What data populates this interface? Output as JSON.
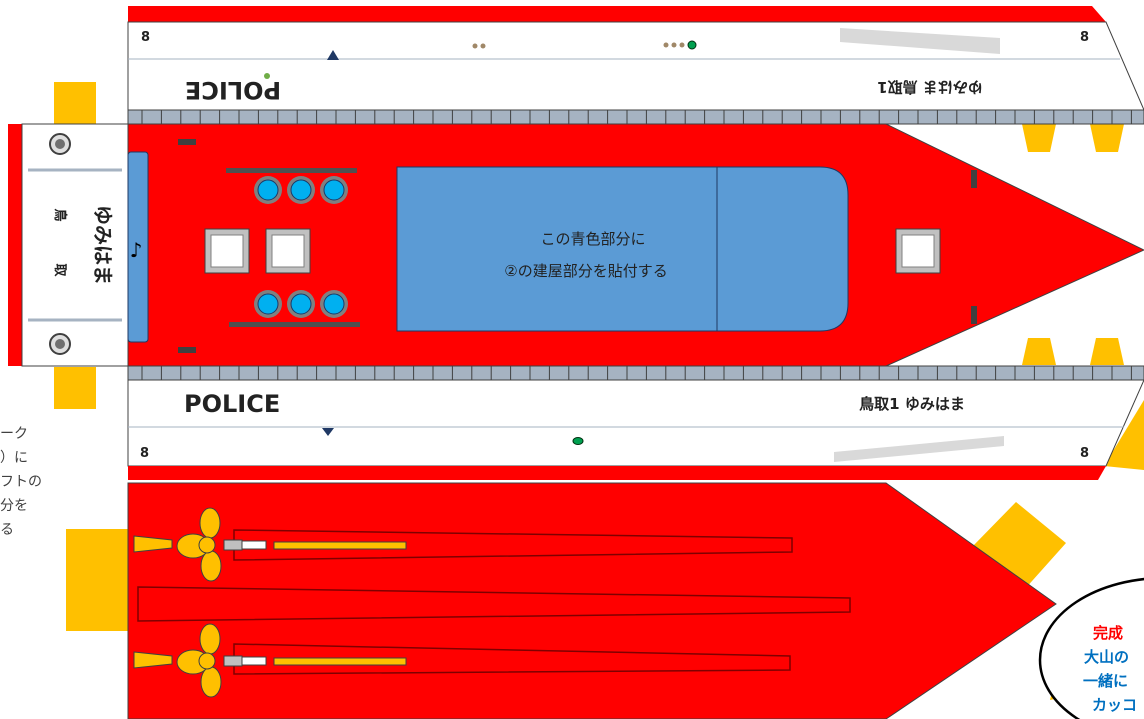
{
  "colors": {
    "hull_red": "#ff0000",
    "deck_blue": "#5b9bd5",
    "tab_yellow": "#ffc000",
    "rail_gray": "#a6b3c2",
    "porthole_blue": "#00b0f0",
    "hull_white": "#ffffff",
    "gun_navy": "#1f3864",
    "light_green": "#00a050",
    "stripe_gray": "#d9d9d9"
  },
  "upper_side": {
    "police_text": "POLICE",
    "name_text": "ゆみはま 鳥取1",
    "number_left": "8",
    "number_right": "8"
  },
  "lower_side": {
    "police_text": "POLICE",
    "name_text": "鳥取1  ゆみはま",
    "number_left": "8",
    "number_right": "8"
  },
  "stern_panel": {
    "name_text": "ゆみはま",
    "port_text_1": "鳥",
    "port_text_2": "取"
  },
  "deck": {
    "instruction_line1": "この青色部分に",
    "instruction_line2": "②の建屋部分を貼付する",
    "mark_glyph": "♪"
  },
  "side_note": {
    "lines": [
      "ーク",
      "）に",
      "フトの",
      "分を",
      "る"
    ]
  },
  "callout": {
    "lines": [
      "完成",
      "大山の",
      "一緒に",
      "カッコ"
    ],
    "line_colors": [
      "#ff0000",
      "#0070c0",
      "#0070c0",
      "#0070c0"
    ]
  },
  "icons": {
    "propeller": "propeller-icon",
    "antenna": "antenna-icon",
    "window": "window-icon",
    "porthole": "porthole-icon"
  }
}
